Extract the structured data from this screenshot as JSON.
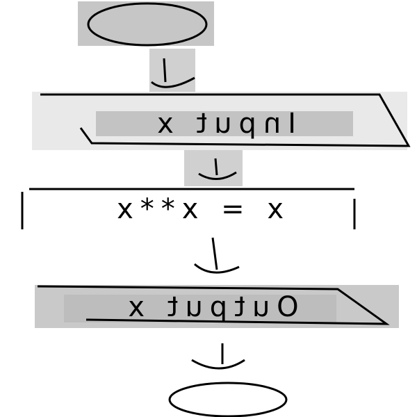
{
  "flowchart": {
    "start_node": {
      "shape": "oval"
    },
    "input_node": {
      "shape": "parallelogram",
      "text": "Input x"
    },
    "process_node": {
      "shape": "rectangle",
      "text": "x = x**x"
    },
    "output_node": {
      "shape": "parallelogram",
      "text": "Output x"
    },
    "end_node": {
      "shape": "oval"
    }
  },
  "colors": {
    "highlight": "#c8c8c8",
    "highlight_light": "#e6e6e6",
    "ink": "#000000",
    "background": "#ffffff"
  },
  "notes_visible": {
    "text_rendering": "mirrored"
  }
}
